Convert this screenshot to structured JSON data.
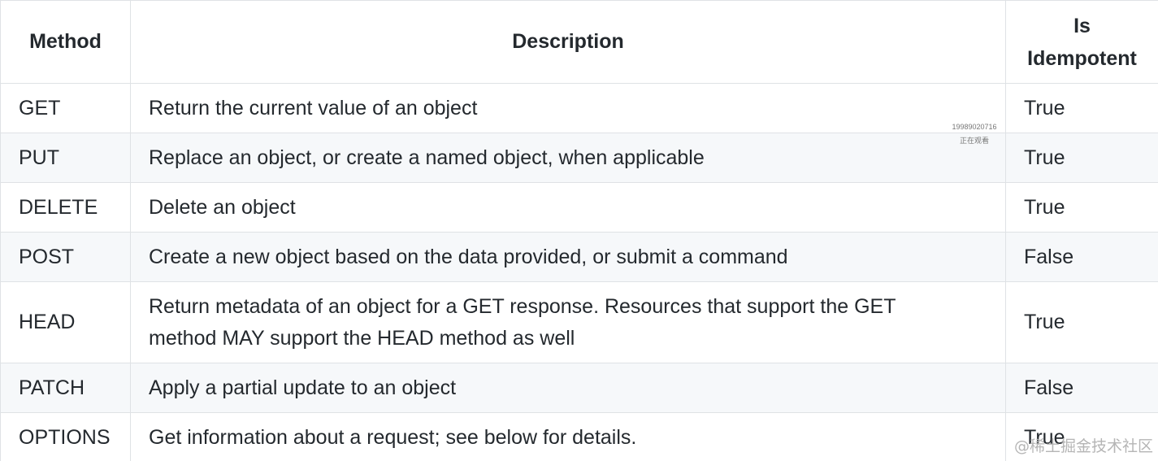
{
  "table": {
    "headers": {
      "method": "Method",
      "description": "Description",
      "idempotent_line1": "Is",
      "idempotent_line2": "Idempotent"
    },
    "rows": [
      {
        "method": "GET",
        "description": "Return the current value of an object",
        "idempotent": "True"
      },
      {
        "method": "PUT",
        "description": "Replace an object, or create a named object, when applicable",
        "idempotent": "True"
      },
      {
        "method": "DELETE",
        "description": "Delete an object",
        "idempotent": "True"
      },
      {
        "method": "POST",
        "description": "Create a new object based on the data provided, or submit a command",
        "idempotent": "False"
      },
      {
        "method": "HEAD",
        "description_line1": "Return metadata of an object for a GET response. Resources that support the GET",
        "description_line2": "method MAY support the HEAD method as well",
        "idempotent": "True"
      },
      {
        "method": "PATCH",
        "description": "Apply a partial update to an object",
        "idempotent": "False"
      },
      {
        "method": "OPTIONS",
        "description": "Get information about a request; see below for details.",
        "idempotent": "True"
      }
    ]
  },
  "overlay": {
    "viewer_id": "19989020716",
    "viewer_status": "正在观看",
    "brand": "@稀土掘金技术社区"
  }
}
